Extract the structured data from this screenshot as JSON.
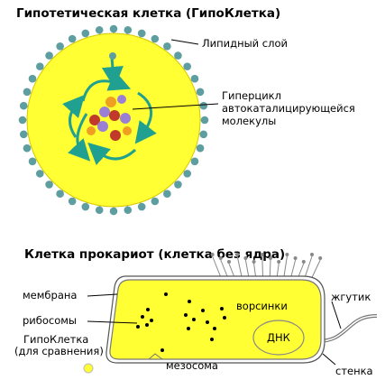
{
  "top": {
    "title": "Гипотетическая клетка (ГипоКлетка)",
    "label_lipid": "Липидный слой",
    "label_hypercycle_1": "Гиперцикл",
    "label_hypercycle_2": "автокаталицирующейся",
    "label_hypercycle_3": "молекулы"
  },
  "bottom": {
    "title": "Клетка прокариот (клетка без ядра)",
    "label_membrane": "мембрана",
    "label_ribosomes": "рибосомы",
    "label_hypocell_1": "ГипоКлетка",
    "label_hypocell_2": "(для сравнения)",
    "label_villi": "ворсинки",
    "label_flagellum": "жгутик",
    "label_dna": "ДНК",
    "label_mesosome": "мезосома",
    "label_wall": "стенка"
  },
  "colors": {
    "cytoplasm": "#ffff33",
    "lipid_head": "#5f9ea0",
    "arrow": "#20a090",
    "molecule_red": "#c0392b",
    "molecule_purple": "#9b7fd4",
    "molecule_orange": "#f0a020"
  }
}
